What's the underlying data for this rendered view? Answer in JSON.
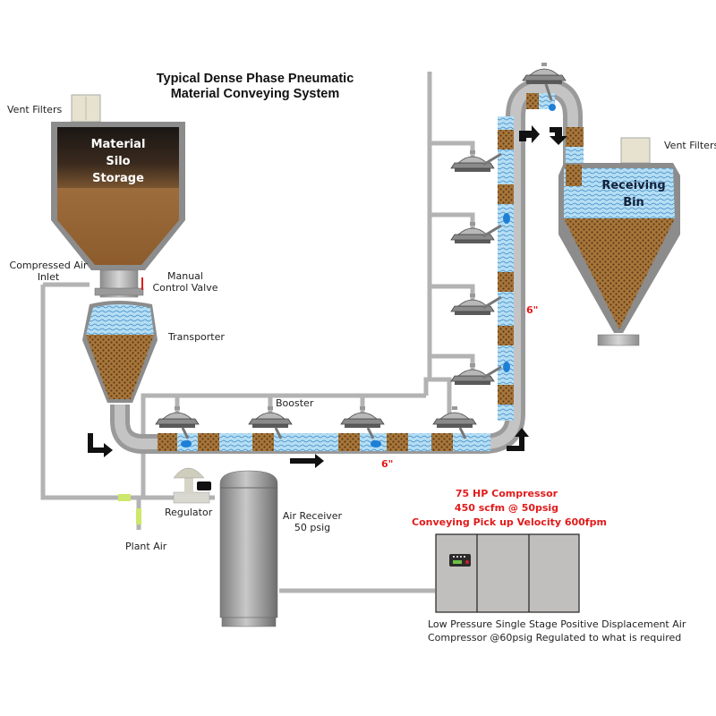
{
  "title": {
    "line1": "Typical Dense Phase Pneumatic",
    "line2": "Material Conveying System"
  },
  "silo": {
    "label_lines": [
      "Material",
      "Silo",
      "Storage"
    ],
    "vent_label": "Vent Filters"
  },
  "receiving_bin": {
    "label_lines": [
      "Receiving",
      "Bin"
    ],
    "vent_label": "Vent Filters"
  },
  "labels": {
    "compressed_air_inlet": [
      "Compressed Air",
      "Inlet"
    ],
    "manual_control_valve": [
      "Manual",
      "Control Valve"
    ],
    "transporter": "Transporter",
    "booster": "Booster",
    "regulator": "Regulator",
    "plant_air": "Plant Air",
    "air_receiver": [
      "Air Receiver",
      "50 psig"
    ],
    "pipe_size_horizontal": "6\"",
    "pipe_size_vertical": "6\""
  },
  "compressor": {
    "spec_lines": [
      "75 HP Compressor",
      "450 scfm @ 50psig",
      "Conveying Pick up Velocity 600fpm"
    ],
    "description_lines": [
      "Low Pressure Single Stage Positive Displacement Air",
      "Compressor @60psig Regulated to what is required"
    ]
  },
  "colors": {
    "material_brown": "#9a6a32",
    "air_blue": "#a9d8f0",
    "pipe_gray": "#b0b0b0",
    "spec_red": "#e21b1b",
    "silo_dark": "#2a2320"
  }
}
